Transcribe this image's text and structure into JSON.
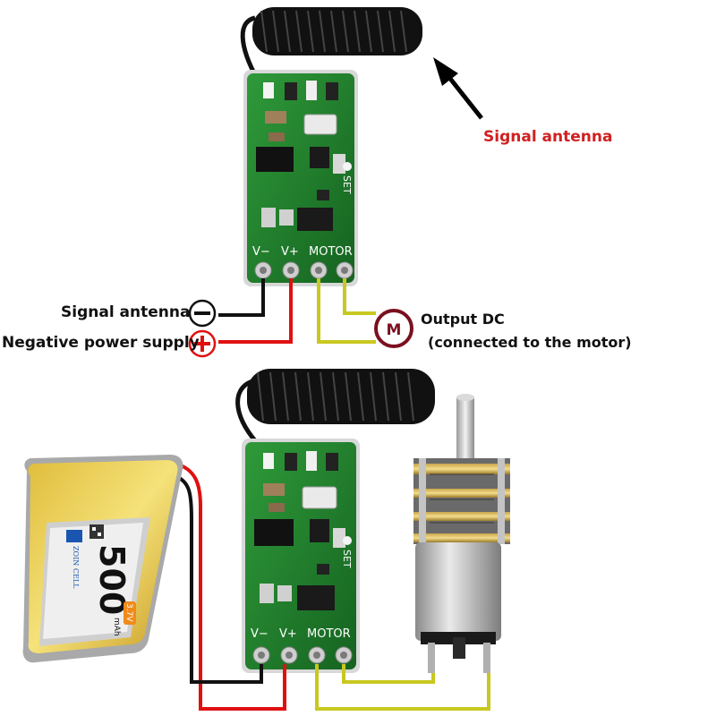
{
  "labels": {
    "signal_antenna_top": "Signal antenna",
    "signal_antenna_left": "Signal antenna",
    "negative_power_supply": "Negative power supply",
    "output_dc_line1": "Output DC",
    "output_dc_line2": "(connected to the motor)"
  },
  "symbols": {
    "minus": "−",
    "plus": "+",
    "motor": "M"
  },
  "board": {
    "pins": [
      "V−",
      "V+",
      "MOTOR"
    ],
    "set_label": "SET"
  },
  "battery": {
    "capacity": "500",
    "voltage": "3.7V",
    "unit": "mAh",
    "brand": "ZOIN CELL"
  },
  "colors": {
    "wire_red": "#e01010",
    "wire_black": "#111111",
    "wire_yellow": "#c8c820",
    "label_red": "#d02020",
    "pcb_green": "#1f7a2a",
    "motor_circle": "#7a1020"
  }
}
